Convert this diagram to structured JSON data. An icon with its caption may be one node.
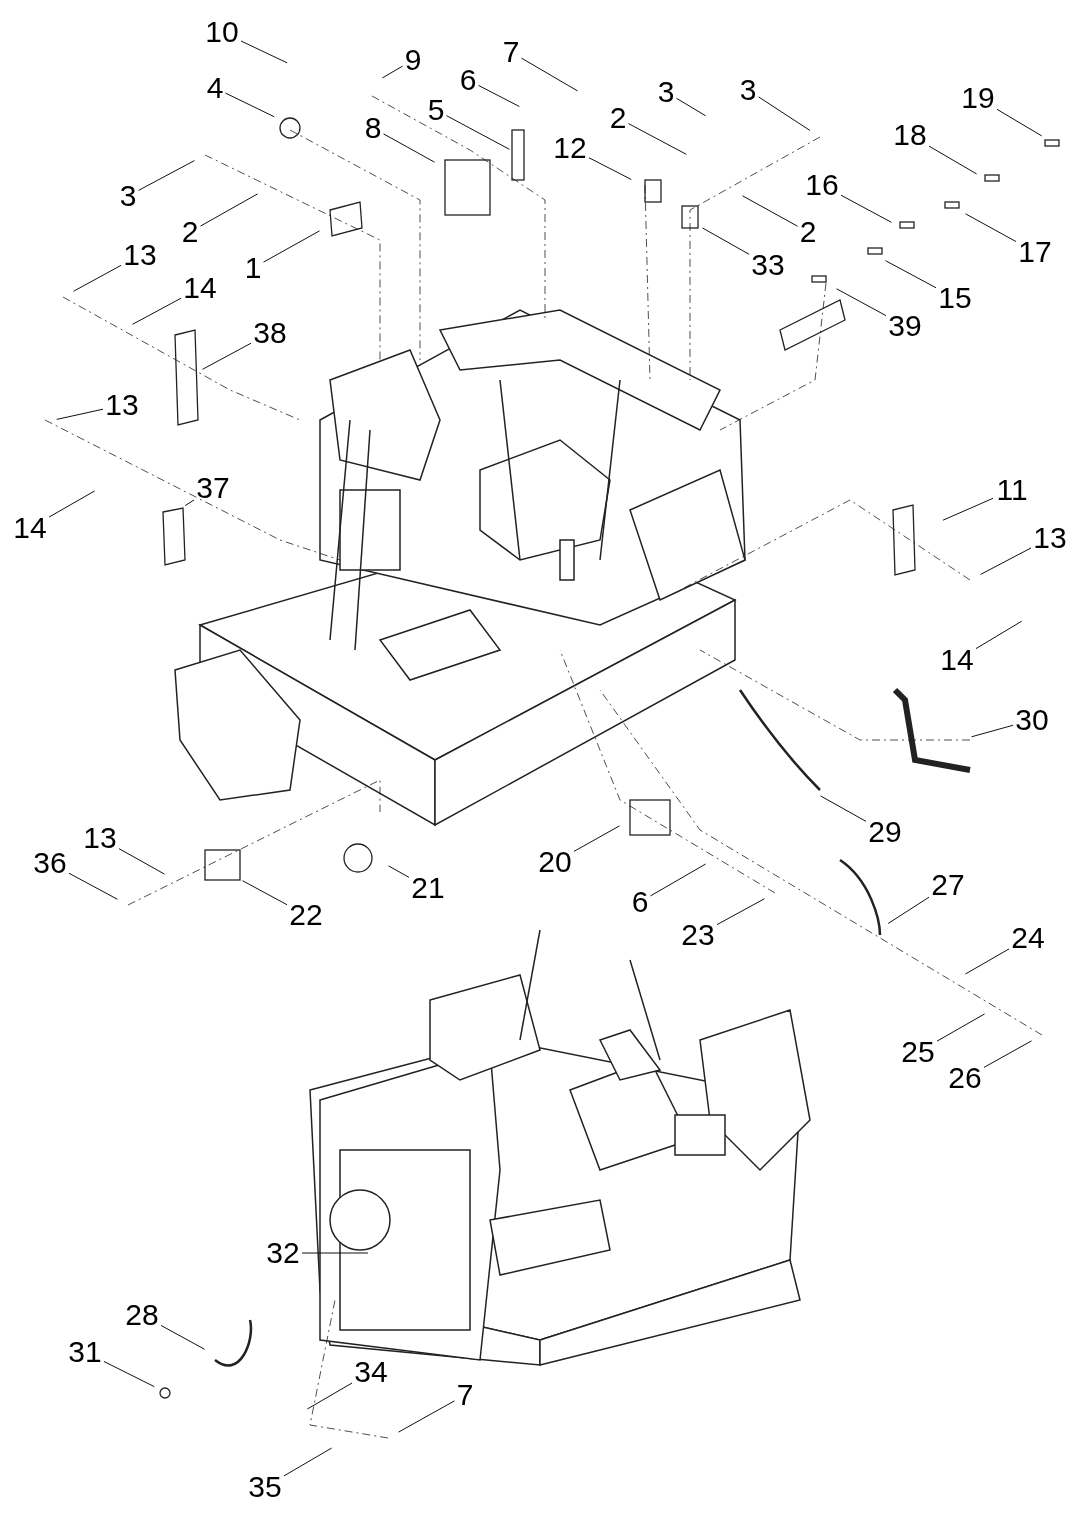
{
  "diagram": {
    "nodes": [
      {
        "text": [
          "10"
        ]
      },
      {
        "text": [
          "7"
        ]
      },
      {
        "text": [
          "9"
        ]
      },
      {
        "text": [
          "6"
        ]
      },
      {
        "text": [
          "4"
        ]
      },
      {
        "text": [
          "3"
        ]
      },
      {
        "text": [
          "3"
        ]
      },
      {
        "text": [
          "5"
        ]
      },
      {
        "text": [
          "19"
        ]
      },
      {
        "text": [
          "2"
        ]
      },
      {
        "text": [
          "8"
        ]
      },
      {
        "text": [
          "18"
        ]
      },
      {
        "text": [
          "12"
        ]
      },
      {
        "text": [
          "16"
        ]
      },
      {
        "text": [
          "3"
        ]
      },
      {
        "text": [
          "2"
        ]
      },
      {
        "text": [
          "2"
        ]
      },
      {
        "text": [
          "17"
        ]
      },
      {
        "text": [
          "13"
        ]
      },
      {
        "text": [
          "33"
        ]
      },
      {
        "text": [
          "1"
        ]
      },
      {
        "text": [
          "14"
        ]
      },
      {
        "text": [
          "15"
        ]
      },
      {
        "text": [
          "39"
        ]
      },
      {
        "text": [
          "38"
        ]
      },
      {
        "text": [
          "13"
        ]
      },
      {
        "text": [
          "37"
        ]
      },
      {
        "text": [
          "11"
        ]
      },
      {
        "text": [
          "14"
        ]
      },
      {
        "text": [
          "13"
        ]
      },
      {
        "text": [
          "14"
        ]
      },
      {
        "text": [
          "30"
        ]
      },
      {
        "text": [
          "29"
        ]
      },
      {
        "text": [
          "13"
        ]
      },
      {
        "text": [
          "20"
        ]
      },
      {
        "text": [
          "36"
        ]
      },
      {
        "text": [
          "27"
        ]
      },
      {
        "text": [
          "21"
        ]
      },
      {
        "text": [
          "6"
        ]
      },
      {
        "text": [
          "22"
        ]
      },
      {
        "text": [
          "23"
        ]
      },
      {
        "text": [
          "24"
        ]
      },
      {
        "text": [
          "25"
        ]
      },
      {
        "text": [
          "26"
        ]
      },
      {
        "text": [
          "32"
        ]
      },
      {
        "text": [
          "28"
        ]
      },
      {
        "text": [
          "31"
        ]
      },
      {
        "text": [
          "34"
        ]
      },
      {
        "text": [
          "7"
        ]
      },
      {
        "text": [
          "35"
        ]
      }
    ],
    "edges": [
      {
        "from": 0,
        "to": null,
        "arrow": "none"
      },
      {
        "from": 1,
        "to": null,
        "arrow": "none"
      },
      {
        "from": 2,
        "to": null,
        "arrow": "none"
      },
      {
        "from": 3,
        "to": null,
        "arrow": "none"
      },
      {
        "from": 4,
        "to": null,
        "arrow": "none"
      },
      {
        "from": 5,
        "to": null,
        "arrow": "none"
      },
      {
        "from": 6,
        "to": null,
        "arrow": "none"
      },
      {
        "from": 7,
        "to": null,
        "arrow": "none"
      },
      {
        "from": 8,
        "to": null,
        "arrow": "none"
      },
      {
        "from": 9,
        "to": null,
        "arrow": "none"
      },
      {
        "from": 10,
        "to": null,
        "arrow": "none"
      },
      {
        "from": 11,
        "to": null,
        "arrow": "none"
      },
      {
        "from": 12,
        "to": null,
        "arrow": "none"
      },
      {
        "from": 13,
        "to": null,
        "arrow": "none"
      },
      {
        "from": 14,
        "to": null,
        "arrow": "none"
      },
      {
        "from": 15,
        "to": null,
        "arrow": "none"
      },
      {
        "from": 16,
        "to": null,
        "arrow": "none"
      },
      {
        "from": 17,
        "to": null,
        "arrow": "none"
      },
      {
        "from": 18,
        "to": null,
        "arrow": "none"
      },
      {
        "from": 19,
        "to": null,
        "arrow": "none"
      },
      {
        "from": 20,
        "to": null,
        "arrow": "none"
      },
      {
        "from": 21,
        "to": null,
        "arrow": "none"
      },
      {
        "from": 22,
        "to": null,
        "arrow": "none"
      },
      {
        "from": 23,
        "to": null,
        "arrow": "none"
      },
      {
        "from": 24,
        "to": null,
        "arrow": "none"
      },
      {
        "from": 25,
        "to": null,
        "arrow": "none"
      },
      {
        "from": 26,
        "to": null,
        "arrow": "none"
      },
      {
        "from": 27,
        "to": null,
        "arrow": "none"
      },
      {
        "from": 28,
        "to": null,
        "arrow": "none"
      },
      {
        "from": 29,
        "to": null,
        "arrow": "none"
      },
      {
        "from": 30,
        "to": null,
        "arrow": "none"
      },
      {
        "from": 31,
        "to": null,
        "arrow": "none"
      },
      {
        "from": 32,
        "to": null,
        "arrow": "none"
      },
      {
        "from": 33,
        "to": null,
        "arrow": "none"
      },
      {
        "from": 34,
        "to": null,
        "arrow": "none"
      },
      {
        "from": 35,
        "to": null,
        "arrow": "none"
      },
      {
        "from": 36,
        "to": null,
        "arrow": "none"
      },
      {
        "from": 37,
        "to": null,
        "arrow": "none"
      },
      {
        "from": 38,
        "to": null,
        "arrow": "none"
      },
      {
        "from": 39,
        "to": null,
        "arrow": "none"
      },
      {
        "from": 40,
        "to": null,
        "arrow": "none"
      },
      {
        "from": 41,
        "to": null,
        "arrow": "none"
      },
      {
        "from": 42,
        "to": null,
        "arrow": "none"
      },
      {
        "from": 43,
        "to": null,
        "arrow": "none"
      },
      {
        "from": 44,
        "to": null,
        "arrow": "none"
      },
      {
        "from": 45,
        "to": null,
        "arrow": "none"
      },
      {
        "from": 46,
        "to": null,
        "arrow": "none"
      },
      {
        "from": 47,
        "to": null,
        "arrow": "none"
      },
      {
        "from": 48,
        "to": null,
        "arrow": "none"
      },
      {
        "from": 49,
        "to": null,
        "arrow": "none"
      }
    ]
  }
}
